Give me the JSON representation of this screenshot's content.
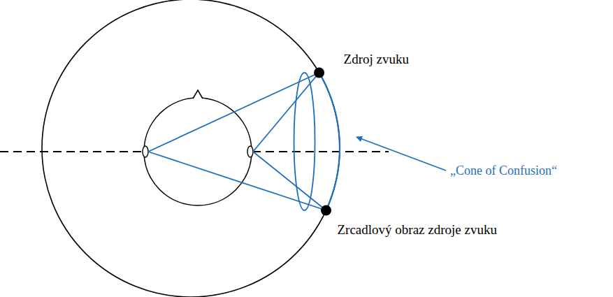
{
  "diagram": {
    "labels": [
      "Zdroj zvuku",
      "„Cone of Confusion“",
      "Zrcadlový obraz zdroje zvuku"
    ]
  }
}
